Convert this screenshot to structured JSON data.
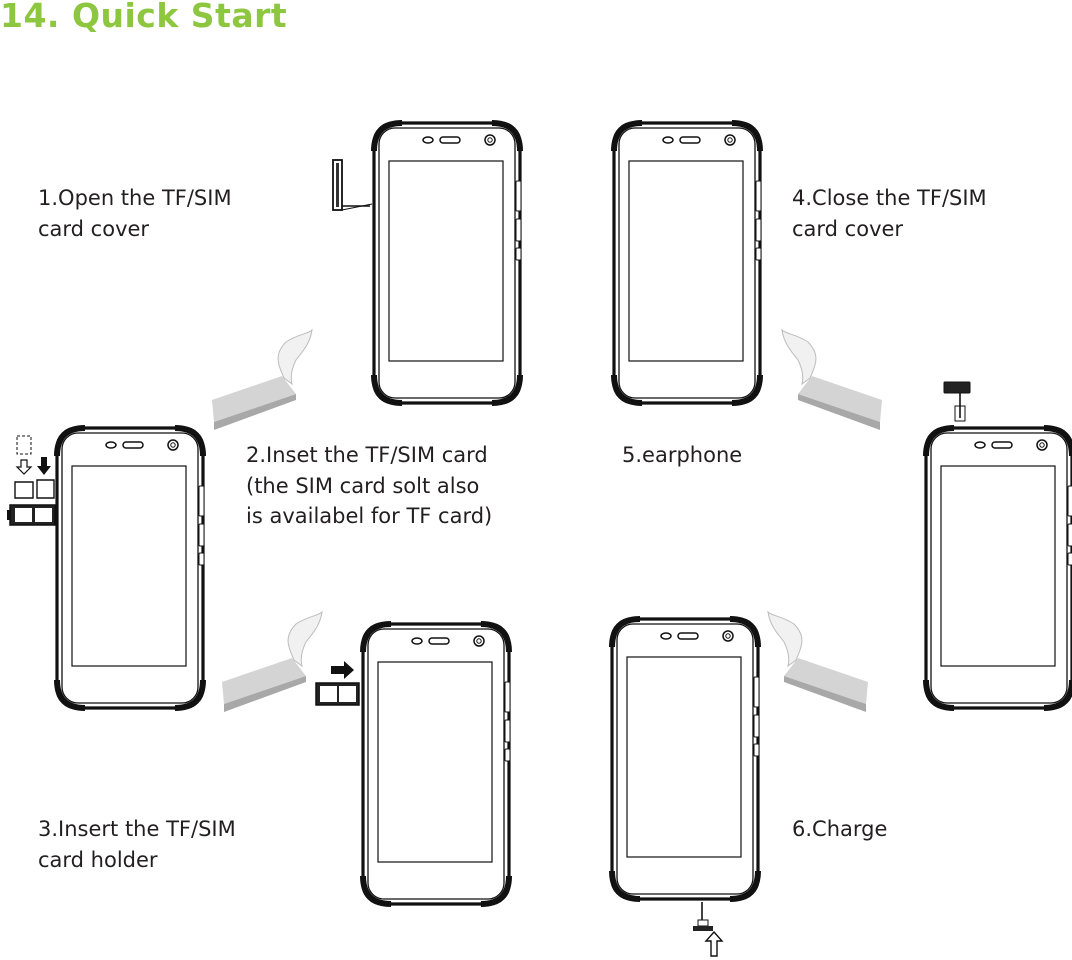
{
  "page": {
    "title": "14. Quick Start",
    "accent_color": "#8dc63f"
  },
  "steps": [
    {
      "lines": [
        "1.Open the TF/SIM",
        "card cover"
      ]
    },
    {
      "lines": [
        "2.Inset the TF/SIM card",
        "(the SIM card solt also",
        "is availabel for TF card)"
      ]
    },
    {
      "lines": [
        "3.Insert the TF/SIM",
        "card holder"
      ]
    },
    {
      "lines": [
        "4.Close the TF/SIM",
        "card cover"
      ]
    },
    {
      "lines": [
        "5.earphone"
      ]
    },
    {
      "lines": [
        "6.Charge"
      ]
    }
  ],
  "icons": [
    "phone-front-icon",
    "sim-tray-icon",
    "tf-card-icon",
    "sim-card-icon",
    "arrow-down-icon",
    "arrow-right-icon",
    "arrow-up-icon",
    "earphone-plug-icon",
    "usb-cable-icon",
    "curved-arrow-icon"
  ]
}
